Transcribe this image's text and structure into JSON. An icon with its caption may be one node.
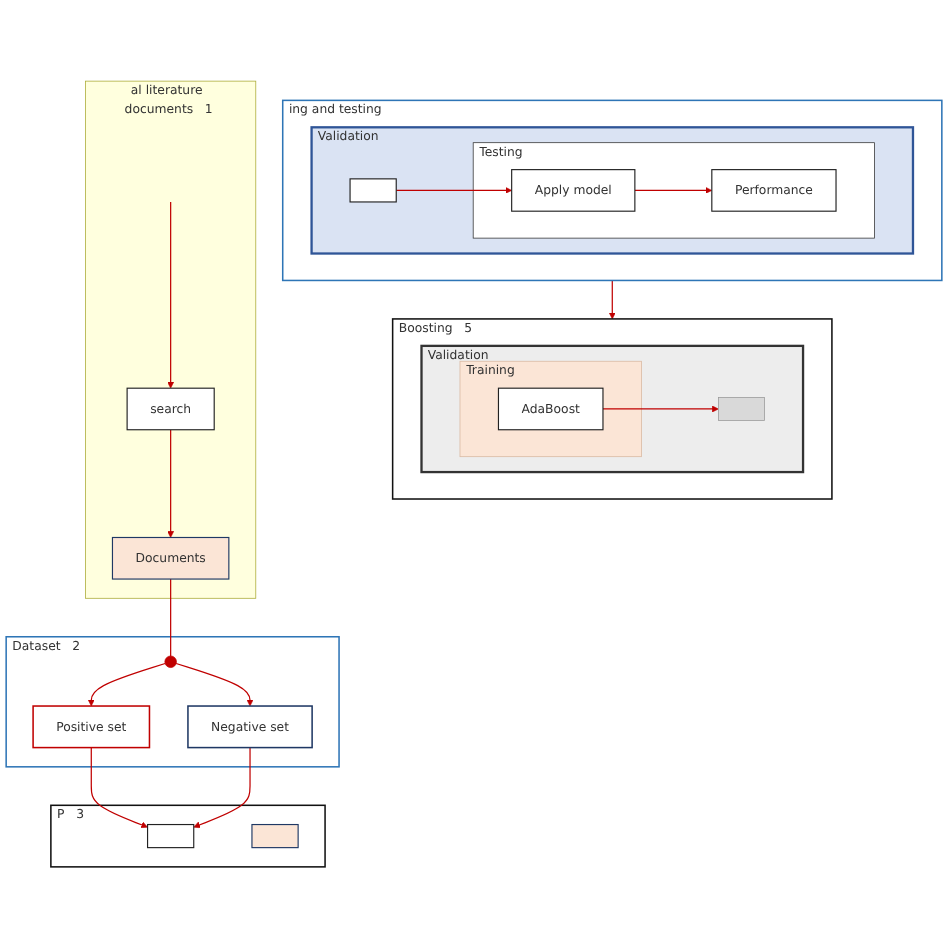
{
  "diagram": {
    "nodes": [
      {
        "text": [
          "al literature documents"
        ],
        "beside": [
          "1"
        ]
      },
      {
        "text": [
          "search"
        ],
        "in": 0
      },
      {
        "text": [
          "Documents"
        ],
        "in": 0
      },
      {
        "text": [
          "Dataset"
        ],
        "beside": [
          "2"
        ]
      },
      {
        "text": [],
        "shape": "circle",
        "in": 3
      },
      {
        "text": [
          "Positive set"
        ],
        "in": 3
      },
      {
        "text": [
          "Negative set"
        ],
        "in": 3
      },
      {
        "text": [
          "P"
        ],
        "beside": [
          "3"
        ]
      },
      {
        "text": [],
        "shape": "box",
        "in": 7
      },
      {
        "text": [],
        "shape": "box",
        "in": 7
      },
      {
        "text": [
          "ing and testing"
        ]
      },
      {
        "text": [
          "Validation"
        ],
        "in": 10
      },
      {
        "text": [],
        "shape": "box",
        "in": 11
      },
      {
        "text": [
          "Testing"
        ],
        "in": 11
      },
      {
        "text": [
          "Apply model"
        ],
        "in": 13
      },
      {
        "text": [
          "Performance"
        ],
        "in": 13
      },
      {
        "text": [
          "Boosting"
        ],
        "beside": [
          "5"
        ]
      },
      {
        "text": [
          "Validation"
        ],
        "in": 16
      },
      {
        "text": [
          "Training"
        ],
        "in": 17
      },
      {
        "text": [
          "AdaBoost"
        ],
        "in": 18
      },
      {
        "text": [],
        "shape": "box",
        "in": 17
      }
    ],
    "edges": [
      {
        "from": null,
        "to": 1,
        "arrow": "to"
      },
      {
        "from": 1,
        "to": 2,
        "arrow": "to"
      },
      {
        "from": 2,
        "to": 4,
        "arrow": "none"
      },
      {
        "from": 4,
        "to": 5,
        "arrow": "to"
      },
      {
        "from": 4,
        "to": 6,
        "arrow": "to"
      },
      {
        "from": 5,
        "to": 8,
        "arrow": "to"
      },
      {
        "from": 6,
        "to": 8,
        "arrow": "to"
      },
      {
        "from": 12,
        "to": 14,
        "arrow": "to"
      },
      {
        "from": 14,
        "to": 15,
        "arrow": "to"
      },
      {
        "from": 10,
        "to": 16,
        "arrow": "to"
      },
      {
        "from": 19,
        "to": 20,
        "arrow": "to"
      }
    ]
  }
}
